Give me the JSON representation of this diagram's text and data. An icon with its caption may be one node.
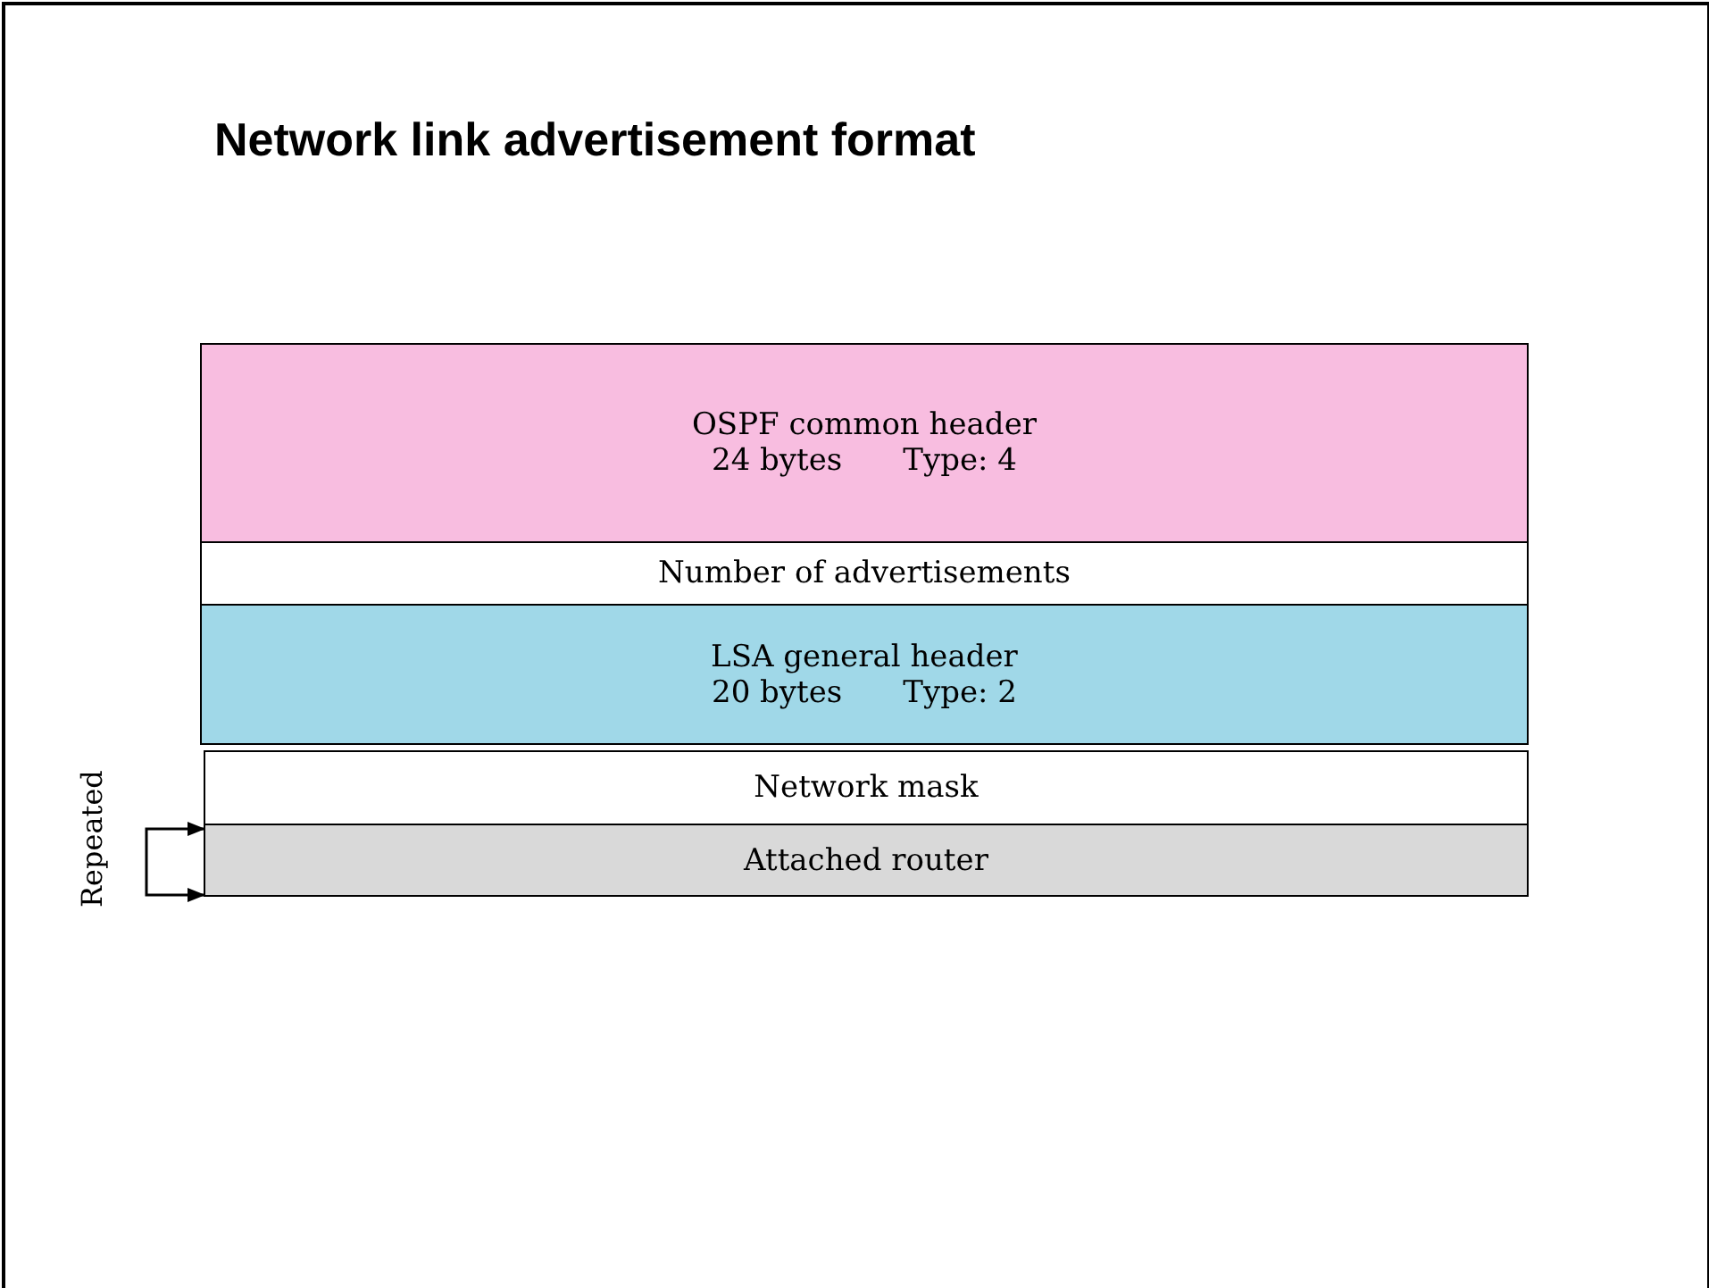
{
  "diagram": {
    "title": "Network link advertisement format",
    "nodes": [
      {
        "text": [
          "OSPF common header",
          "24 bytes",
          "Type: 4"
        ]
      },
      {
        "text": [
          "Number of advertisements"
        ]
      },
      {
        "text": [
          "LSA general header",
          "20 bytes",
          "Type: 2"
        ]
      },
      {
        "text": [
          "Network mask"
        ]
      },
      {
        "text": [
          "Attached router"
        ]
      }
    ],
    "edges": [
      {
        "from": 4,
        "to": 4,
        "arrow": "both"
      }
    ],
    "labels": [
      "Repeated"
    ]
  }
}
